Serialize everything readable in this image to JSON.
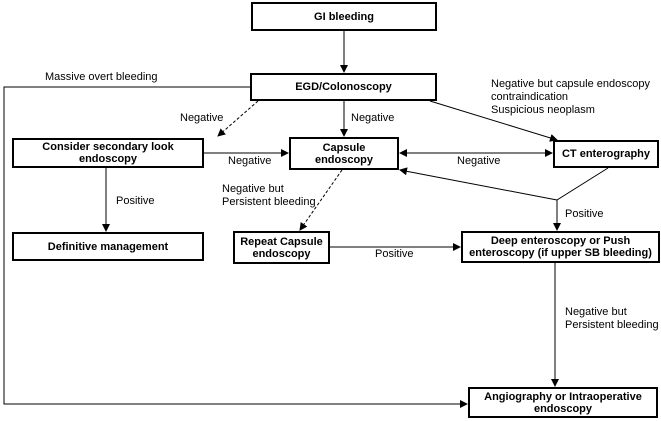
{
  "diagram": {
    "nodes": {
      "gi_bleeding": "GI bleeding",
      "egd_colonoscopy": "EGD/Colonoscopy",
      "secondary_look": "Consider secondary look endoscopy",
      "capsule": "Capsule endoscopy",
      "ct_enterography": "CT enterography",
      "definitive": "Definitive management",
      "repeat_capsule": "Repeat Capsule endoscopy",
      "deep_enteroscopy": "Deep enteroscopy or Push enteroscopy (if upper SB bleeding)",
      "angiography": "Angiography or Intraoperative endoscopy"
    },
    "edge_labels": {
      "massive_overt": "Massive overt bleeding",
      "negative_capsule_contra_1": "Negative but capsule endoscopy",
      "negative_capsule_contra_2": "contraindication",
      "suspicious_neoplasm": "Suspicious neoplasm",
      "neg_egd_secondary": "Negative",
      "neg_egd_capsule": "Negative",
      "neg_secondary_capsule": "Negative",
      "neg_capsule_ct": "Negative",
      "positive_secondary": "Positive",
      "neg_persistent_1a": "Negative but",
      "neg_persistent_1b": "Persistent bleeding",
      "positive_ct": "Positive",
      "positive_repeat": "Positive",
      "neg_persistent_2a": "Negative but",
      "neg_persistent_2b": "Persistent bleeding"
    }
  }
}
